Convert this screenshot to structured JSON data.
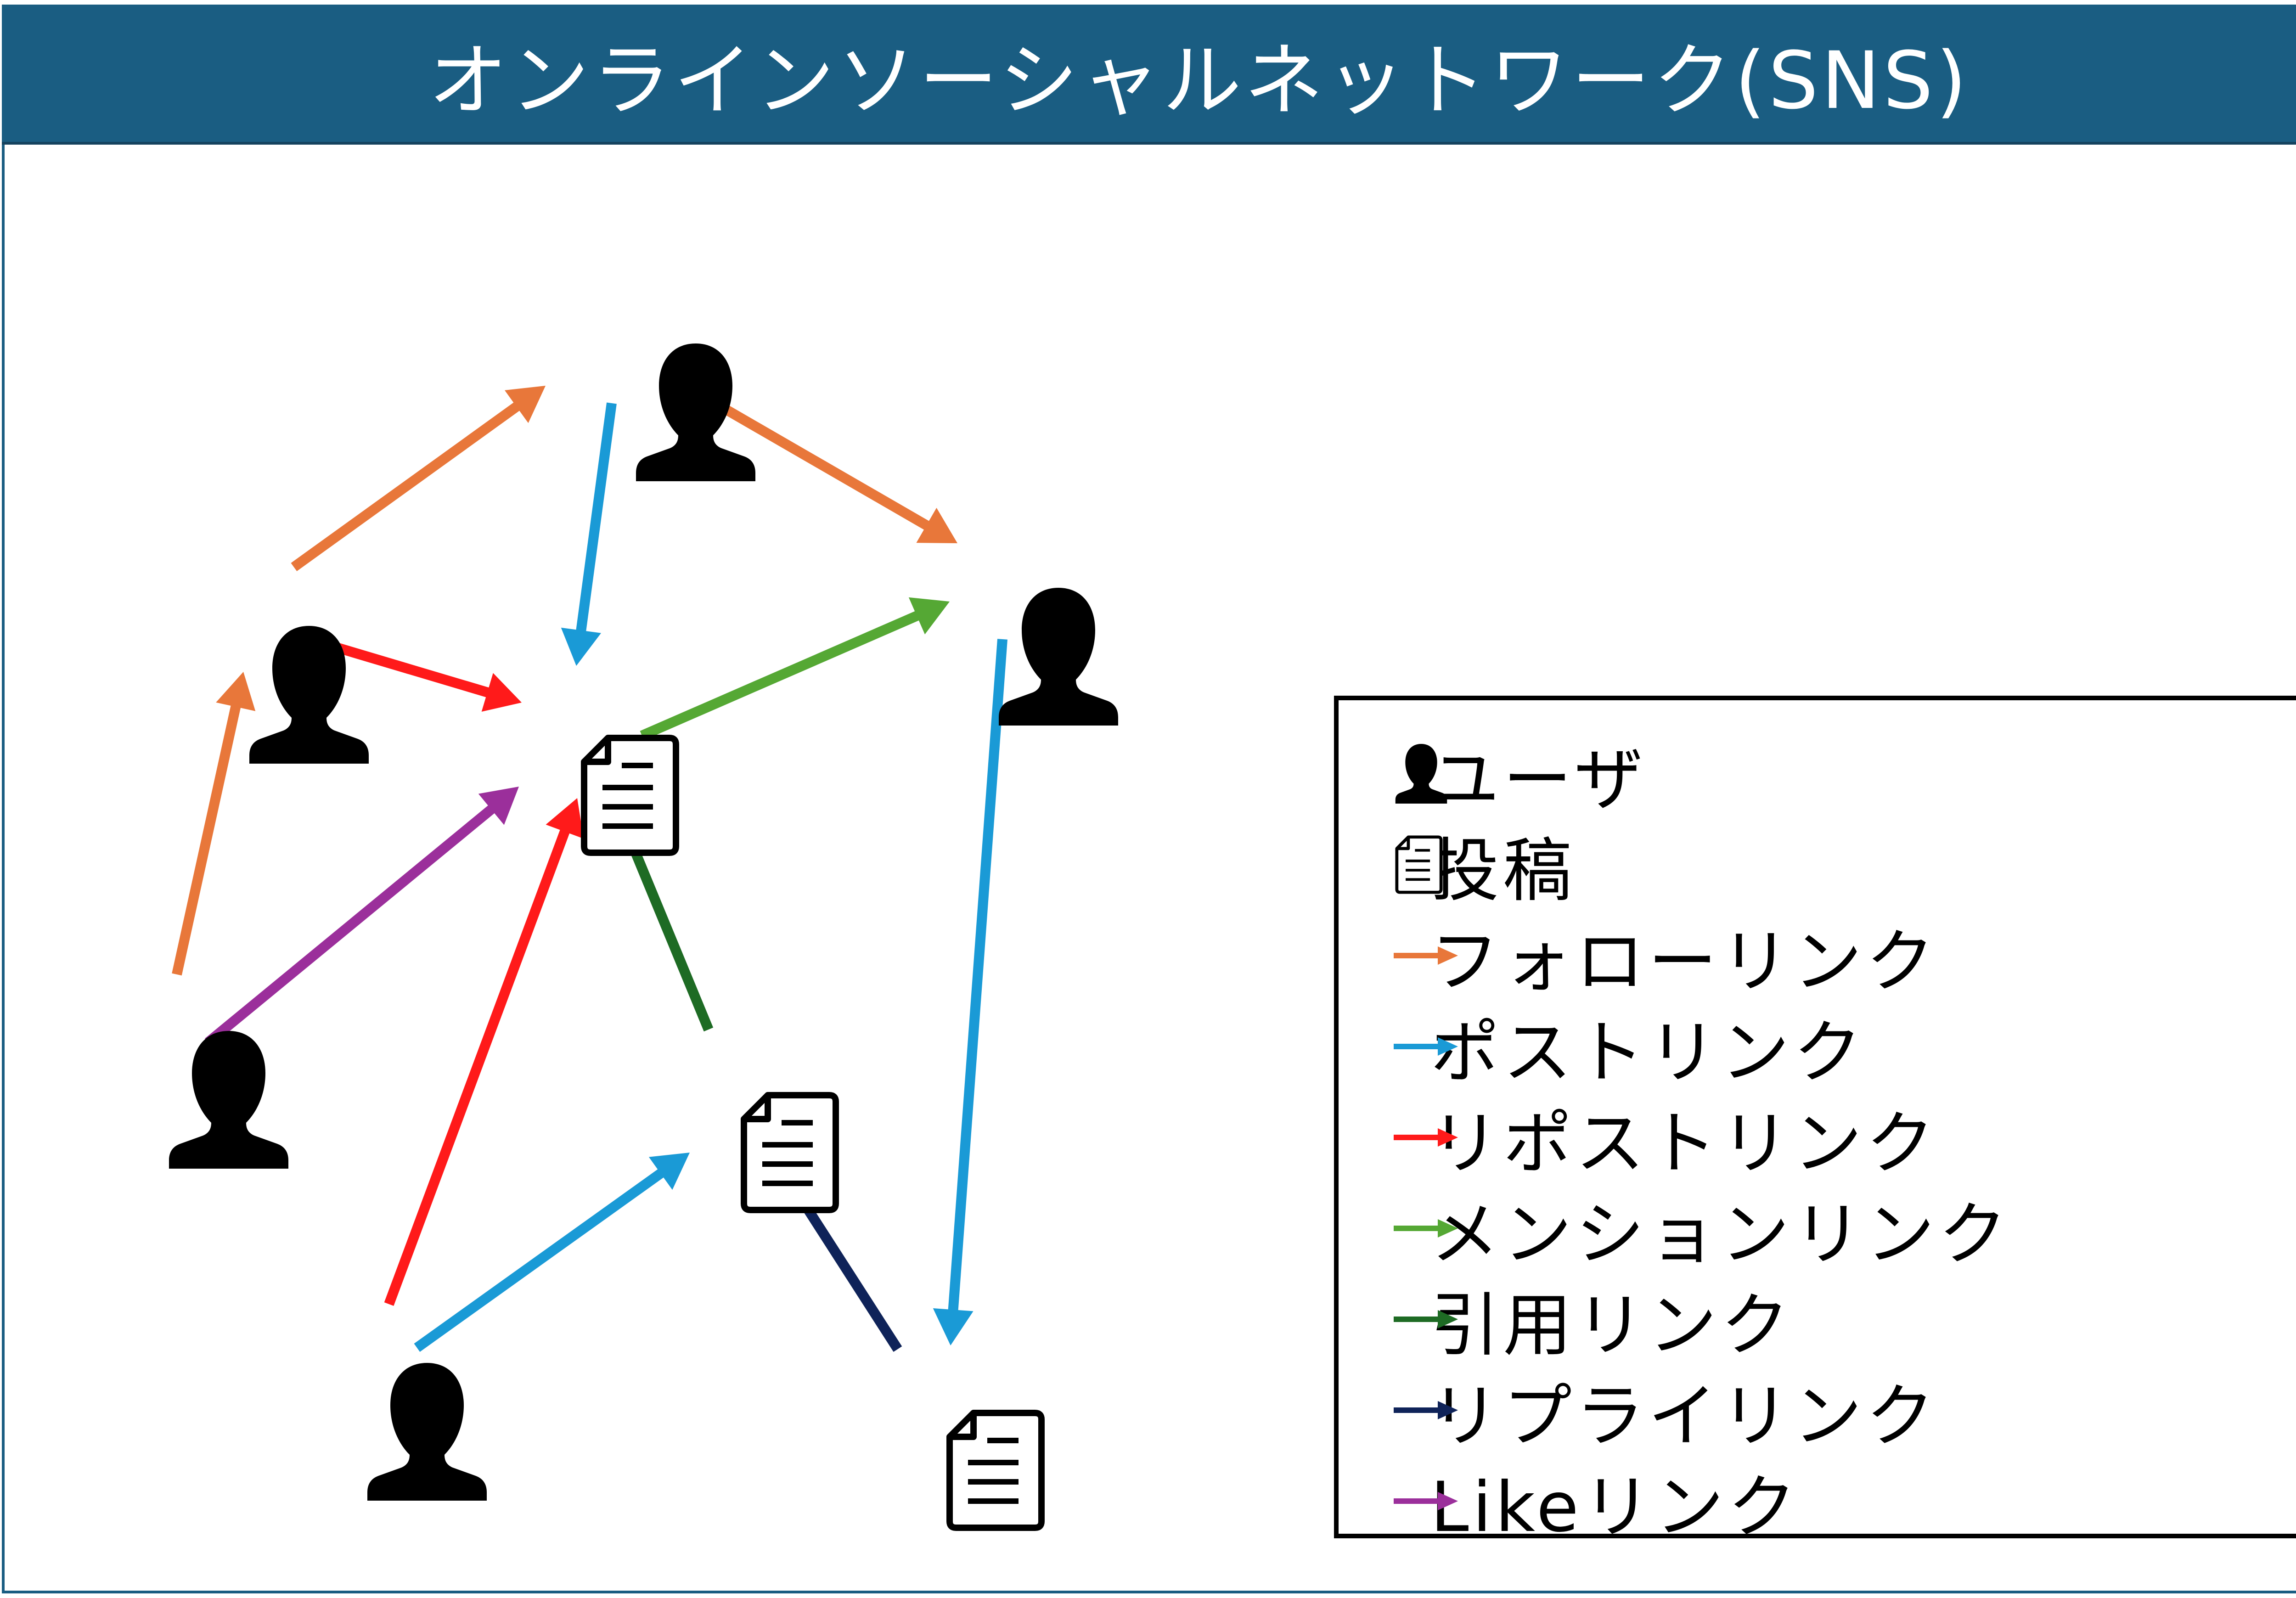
{
  "title": "オンラインソーシャルネットワーク(SNS)",
  "colors": {
    "title_bar": "#1a5d82",
    "follow": "#e8773a",
    "post": "#1a9ad6",
    "repost": "#ff1a1a",
    "mention": "#55a834",
    "quote": "#1e6b24",
    "reply": "#0f2359",
    "like": "#9b2f9b"
  },
  "legend": {
    "items": [
      {
        "label": "ユーザ",
        "symbol": "user-icon"
      },
      {
        "label": "投稿",
        "symbol": "document-icon"
      },
      {
        "label": "フォローリンク",
        "symbol": "arrow",
        "color": "#e8773a"
      },
      {
        "label": "ポストリンク",
        "symbol": "arrow",
        "color": "#1a9ad6"
      },
      {
        "label": "リポストリンク",
        "symbol": "arrow",
        "color": "#ff1a1a"
      },
      {
        "label": "メンションリンク",
        "symbol": "arrow",
        "color": "#55a834"
      },
      {
        "label": "引用リンク",
        "symbol": "arrow",
        "color": "#1e6b24"
      },
      {
        "label": "リプライリンク",
        "symbol": "arrow",
        "color": "#0f2359"
      },
      {
        "label": "Likeリンク",
        "symbol": "arrow",
        "color": "#9b2f9b"
      }
    ]
  },
  "graph": {
    "nodes": [
      {
        "id": "u1",
        "kind": "user"
      },
      {
        "id": "u2",
        "kind": "user"
      },
      {
        "id": "u3",
        "kind": "user"
      },
      {
        "id": "u4",
        "kind": "user"
      },
      {
        "id": "u5",
        "kind": "user"
      },
      {
        "id": "p1",
        "kind": "post"
      },
      {
        "id": "p2",
        "kind": "post"
      },
      {
        "id": "p3",
        "kind": "post"
      }
    ],
    "edges": [
      {
        "from": "u2",
        "to": "u1",
        "type": "follow"
      },
      {
        "from": "u1",
        "to": "u3",
        "type": "follow",
        "bidirectional": true
      },
      {
        "from": "u4",
        "to": "u2",
        "type": "follow"
      },
      {
        "from": "u1",
        "to": "p1",
        "type": "post"
      },
      {
        "from": "u3",
        "to": "p3",
        "type": "post"
      },
      {
        "from": "u5",
        "to": "p2",
        "type": "post"
      },
      {
        "from": "u2",
        "to": "p1",
        "type": "repost"
      },
      {
        "from": "u5",
        "to": "p1",
        "type": "repost"
      },
      {
        "from": "p1",
        "to": "u3",
        "type": "mention"
      },
      {
        "from": "p2",
        "to": "p1",
        "type": "quote"
      },
      {
        "from": "p3",
        "to": "p2",
        "type": "reply"
      },
      {
        "from": "u4",
        "to": "p1",
        "type": "like"
      }
    ]
  }
}
